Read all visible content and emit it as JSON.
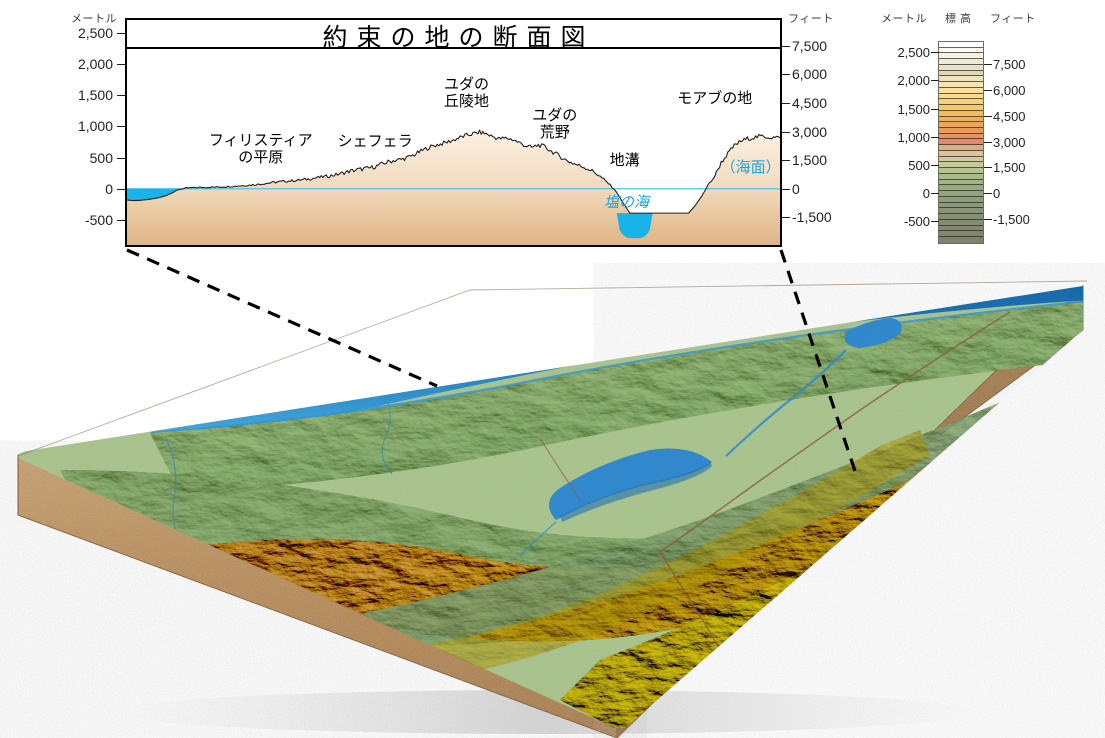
{
  "chart_data": {
    "type": "area",
    "title": "約束の地の断面図",
    "subtitle": "",
    "xlabel": "",
    "ylabel": "メートル",
    "ylabel_right": "フィート",
    "ylim_m": [
      -900,
      2700
    ],
    "ylim_ft": [
      -2950,
      8860
    ],
    "grid": false,
    "legend_position": "right",
    "axes": {
      "left": {
        "unit": "メートル",
        "ticks": [
          2500,
          2000,
          1500,
          1000,
          500,
          0,
          -500
        ],
        "tick_labels": [
          "2,500",
          "2,000",
          "1,500",
          "1,000",
          "500",
          "0",
          "-500"
        ]
      },
      "right": {
        "unit": "フィート",
        "ticks": [
          7500,
          6000,
          4500,
          3000,
          1500,
          0,
          -1500
        ],
        "tick_labels": [
          "7,500",
          "6,000",
          "4,500",
          "3,000",
          "1,500",
          "0",
          "-1,500"
        ]
      }
    },
    "sea_level_m": 0,
    "annotations": [
      {
        "name": "philistine-plain",
        "text": "フィリスティア\nの平原",
        "x_pct": 20.5,
        "y_m": 620
      },
      {
        "name": "shephelah",
        "text": "シェフェラ",
        "x_pct": 38.0,
        "y_m": 740
      },
      {
        "name": "judean-hills",
        "text": "ユダの\n丘陵地",
        "x_pct": 52.0,
        "y_m": 1510
      },
      {
        "name": "judean-wilderness",
        "text": "ユダの\n荒野",
        "x_pct": 65.5,
        "y_m": 1020
      },
      {
        "name": "rift-valley",
        "text": "地溝",
        "x_pct": 76.2,
        "y_m": 440
      },
      {
        "name": "salt-sea",
        "text": "塩の海",
        "x_pct": 76.5,
        "y_m": -230
      },
      {
        "name": "land-of-moab",
        "text": "モアブの地",
        "x_pct": 90.0,
        "y_m": 1430
      },
      {
        "name": "sea-level",
        "text": "（海面）",
        "x_pct": 95.5,
        "y_m": 330
      }
    ],
    "series": [
      {
        "name": "elevation-profile",
        "unit": "m",
        "x": [
          0,
          1.0,
          2.0,
          3.0,
          4.0,
          5.0,
          6.0,
          7.0,
          8.0,
          9.0,
          10.0,
          11.0,
          12.0,
          13.0,
          14.0,
          15.0,
          16.0,
          17.0,
          18.0,
          19.0,
          20.0,
          21.0,
          22.0,
          23.0,
          24.0,
          25.0,
          26.0,
          27.0,
          28.0,
          29.0,
          30.0,
          31.0,
          32.0,
          33.0,
          34.0,
          35.0,
          36.0,
          37.0,
          38.0,
          39.0,
          40.0,
          41.0,
          42.0,
          43.0,
          44.0,
          45.0,
          46.0,
          47.0,
          48.0,
          49.0,
          50.0,
          51.0,
          52.0,
          53.0,
          54.0,
          55.0,
          56.0,
          57.0,
          58.0,
          59.0,
          60.0,
          61.0,
          62.0,
          63.0,
          64.0,
          65.0,
          66.0,
          67.0,
          68.0,
          69.0,
          70.0,
          71.0,
          72.0,
          73.0,
          74.0,
          75.0,
          76.0,
          77.0,
          78.0,
          79.0,
          80.0,
          81.0,
          82.0,
          83.0,
          84.0,
          85.0,
          86.0,
          87.0,
          88.0,
          89.0,
          90.0,
          91.0,
          92.0,
          93.0,
          94.0,
          95.0,
          96.0,
          97.0,
          98.0,
          99.0,
          100.0
        ],
        "y": [
          -180,
          -190,
          -185,
          -175,
          -160,
          -140,
          -110,
          -60,
          -10,
          10,
          15,
          20,
          22,
          25,
          28,
          32,
          38,
          45,
          52,
          60,
          70,
          82,
          95,
          108,
          118,
          126,
          134,
          145,
          160,
          175,
          190,
          205,
          225,
          250,
          278,
          300,
          315,
          330,
          355,
          395,
          430,
          455,
          470,
          500,
          545,
          600,
          650,
          690,
          715,
          745,
          780,
          820,
          855,
          880,
          905,
          880,
          835,
          800,
          810,
          790,
          740,
          690,
          660,
          700,
          670,
          600,
          540,
          470,
          420,
          380,
          345,
          300,
          235,
          150,
          60,
          -60,
          -230,
          -390,
          -390,
          -390,
          -390,
          -390,
          -390,
          -390,
          -390,
          -390,
          -390,
          -270,
          -120,
          60,
          200,
          420,
          560,
          690,
          760,
          800,
          820,
          840,
          830,
          820,
          815
        ]
      }
    ],
    "water_bodies": [
      {
        "name": "mediterranean-sea",
        "surface_m": 0,
        "x_start_pct": 0,
        "x_end_pct": 8.2
      },
      {
        "name": "salt-sea",
        "surface_m": -390,
        "x_start_pct": 75.0,
        "x_end_pct": 80.5,
        "floor_m": -790
      }
    ],
    "colors": {
      "land_fill_top": "#fbeedd",
      "land_fill_bottom": "#e2b98a",
      "water": "#18b4e9",
      "sea_line": "#49c4ee",
      "outline": "#231f20",
      "accent_blue": "#18a6e0"
    }
  },
  "legend": {
    "name": "elevation-legend",
    "head_meters": "メートル",
    "head_title": "標 高",
    "head_feet": "フィート",
    "ticks_left": [
      "2,500",
      "2,000",
      "1,500",
      "1,000",
      "500",
      "0",
      "-500"
    ],
    "ticks_right": [
      "7,500",
      "6,000",
      "4,500",
      "3,000",
      "1,500",
      "0",
      "-1,500"
    ],
    "tick_values_m": [
      2500,
      2000,
      1500,
      1000,
      500,
      0,
      -500
    ],
    "tick_values_ft": [
      7500,
      6000,
      4500,
      3000,
      1500,
      0,
      -1500
    ],
    "range_m": [
      -900,
      2700
    ],
    "bands": [
      "#ffffff",
      "#fbf9f2",
      "#f6f2e5",
      "#efe9d6",
      "#e8e1c8",
      "#ded6b8",
      "#efe2bd",
      "#f6e4b4",
      "#f9dfa2",
      "#fbd98d",
      "#f9d07a",
      "#f6c86b",
      "#f2bd5f",
      "#eeb258",
      "#e9a75a",
      "#e79c5e",
      "#e59066",
      "#e28a6b",
      "#dcae86",
      "#ddc198",
      "#d3c8a3",
      "#c4c89a",
      "#b6c391",
      "#a9bb8a",
      "#9fb385",
      "#97ab82",
      "#93a580",
      "#8e9d7c",
      "#8b9879",
      "#899377",
      "#878f76",
      "#858b74",
      "#838873",
      "#818572",
      "#7f8271"
    ]
  },
  "terrain_block": {
    "name": "3d-relief-block",
    "description": "3D cutaway relief block of the Promised Land region",
    "colors": {
      "deep_water": "#1c6fb0",
      "shallow_water": "#2f97d4",
      "coastal_plain": "#a8c58c",
      "green_lowland": "#9fc292",
      "highland_tan": "#d79f6e",
      "desert_yellow": "#d2c24e",
      "block_side": "#b88b53",
      "block_side_dark": "#8f6b3d",
      "border_line": "#8a5a3a"
    }
  },
  "connectors": {
    "name": "callout-dashed-lines",
    "style": "dashed",
    "color": "#000000"
  }
}
